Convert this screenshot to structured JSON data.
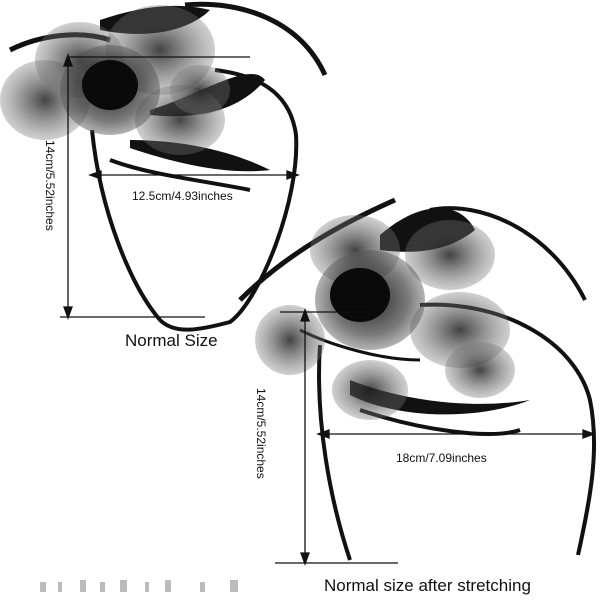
{
  "top_figure": {
    "height_label": "14cm/5.52inches",
    "width_label": "12.5cm/4.93inches",
    "caption": "Normal Size"
  },
  "bottom_figure": {
    "height_label": "14cm/5.52inches",
    "width_label": "18cm/7.09inches",
    "caption": "Normal size after stretching"
  },
  "colors": {
    "background": "#ffffff",
    "ink": "#111111",
    "mesh": "#3a3a3a"
  }
}
